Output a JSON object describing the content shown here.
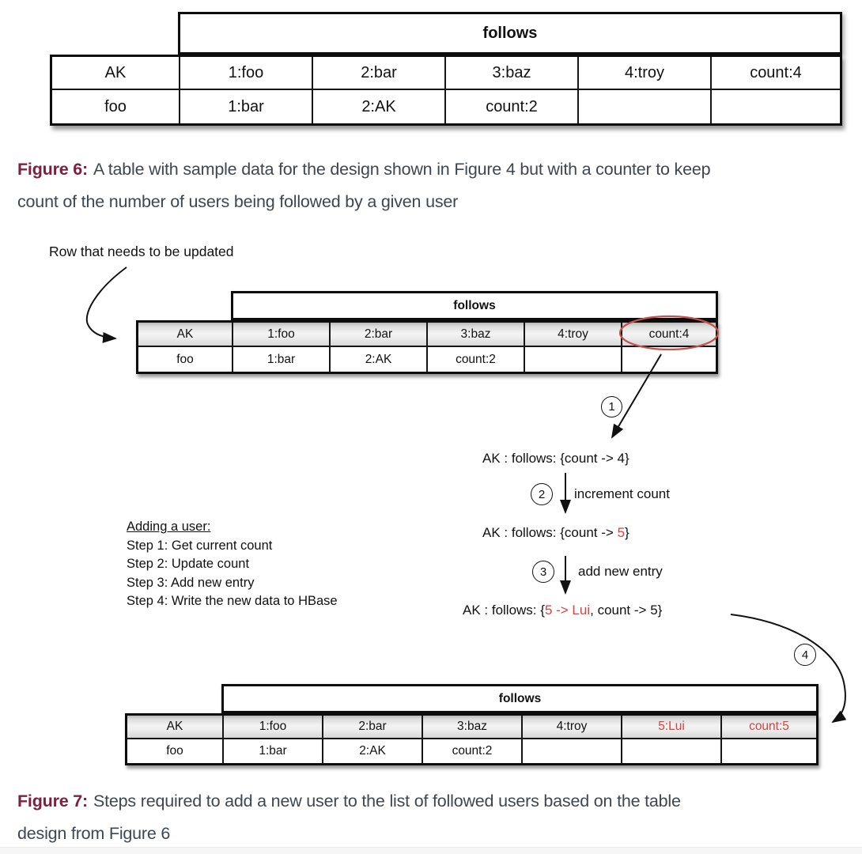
{
  "colors": {
    "figure_label": "#7d2040",
    "caption_text": "#3e464f",
    "red_accent": "#d9413e",
    "ellipse_stroke": "#c4524e"
  },
  "figure6": {
    "table": {
      "group_header": "follows",
      "rows": [
        [
          "AK",
          "1:foo",
          "2:bar",
          "3:baz",
          "4:troy",
          "count:4"
        ],
        [
          "foo",
          "1:bar",
          "2:AK",
          "count:2",
          "",
          ""
        ]
      ],
      "red_cells": []
    },
    "caption": {
      "label": "Figure 6:",
      "line1": "A table with sample data for the design shown in Figure 4 but with a counter to keep",
      "line2": "count of the number of users being followed by a given user"
    }
  },
  "figure7": {
    "annotation": "Row that needs to be updated",
    "table_before": {
      "group_header": "follows",
      "rows": [
        [
          "AK",
          "1:foo",
          "2:bar",
          "3:baz",
          "4:troy",
          "count:4"
        ],
        [
          "foo",
          "1:bar",
          "2:AK",
          "count:2",
          "",
          ""
        ]
      ],
      "red_cells": [],
      "circled_cell": "count:4"
    },
    "badges": {
      "b1": "1",
      "b2": "2",
      "b3": "3",
      "b4": "4"
    },
    "flow": {
      "state1": {
        "text": "AK : follows: {count -> 4}"
      },
      "edge2_label": "increment count",
      "state2": {
        "pre": "AK : follows: {count -> ",
        "red": "5",
        "post": "}"
      },
      "edge3_label": "add new entry",
      "state3": {
        "pre": "AK : follows: {",
        "red": "5 -> Lui",
        "post": ", count -> 5}"
      }
    },
    "procedure": {
      "title": "Adding a user:",
      "steps": [
        "Step 1: Get current count",
        "Step 2: Update count",
        "Step 3: Add new entry",
        "Step 4: Write the new data to HBase"
      ]
    },
    "table_after": {
      "group_header": "follows",
      "rows": [
        [
          "AK",
          "1:foo",
          "2:bar",
          "3:baz",
          "4:troy",
          "5:Lui",
          "count:5"
        ],
        [
          "foo",
          "1:bar",
          "2:AK",
          "count:2",
          "",
          "",
          ""
        ]
      ],
      "red_cells": [
        "5:Lui",
        "count:5"
      ]
    },
    "caption": {
      "label": "Figure 7:",
      "line1": "Steps required to add a new user to the list of followed users based on the table",
      "line2": "design from Figure 6"
    }
  }
}
